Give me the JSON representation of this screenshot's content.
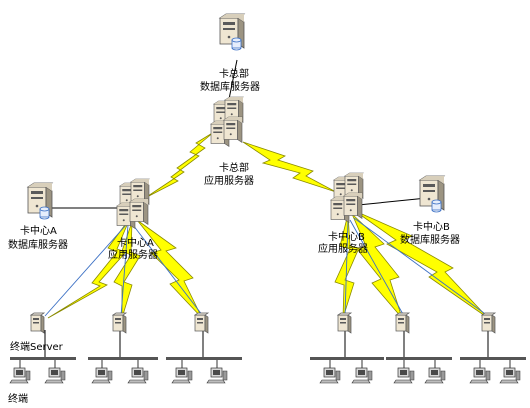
{
  "hq": {
    "db_label_line1": "卡总部",
    "db_label_line2": "数据库服务器",
    "app_label_line1": "卡总部",
    "app_label_line2": "应用服务器"
  },
  "center_a": {
    "db_label_line1": "卡中心A",
    "db_label_line2": "数据库服务器",
    "app_label_line1": "卡中心A",
    "app_label_line2": "应用服务器"
  },
  "center_b": {
    "db_label_line1": "卡中心B",
    "db_label_line2": "数据库服务器",
    "app_label_line1": "卡中心B",
    "app_label_line2": "应用服务器"
  },
  "terminal_server_label": "终端Server",
  "terminal_label": "终端",
  "colors": {
    "lightning": "#ffff00",
    "lightning_outline": "#8a8a00",
    "connector_blue": "#3a6fc4",
    "connector_black": "#000000",
    "server_body": "#efe6d2",
    "server_dark": "#5a5a5a"
  }
}
